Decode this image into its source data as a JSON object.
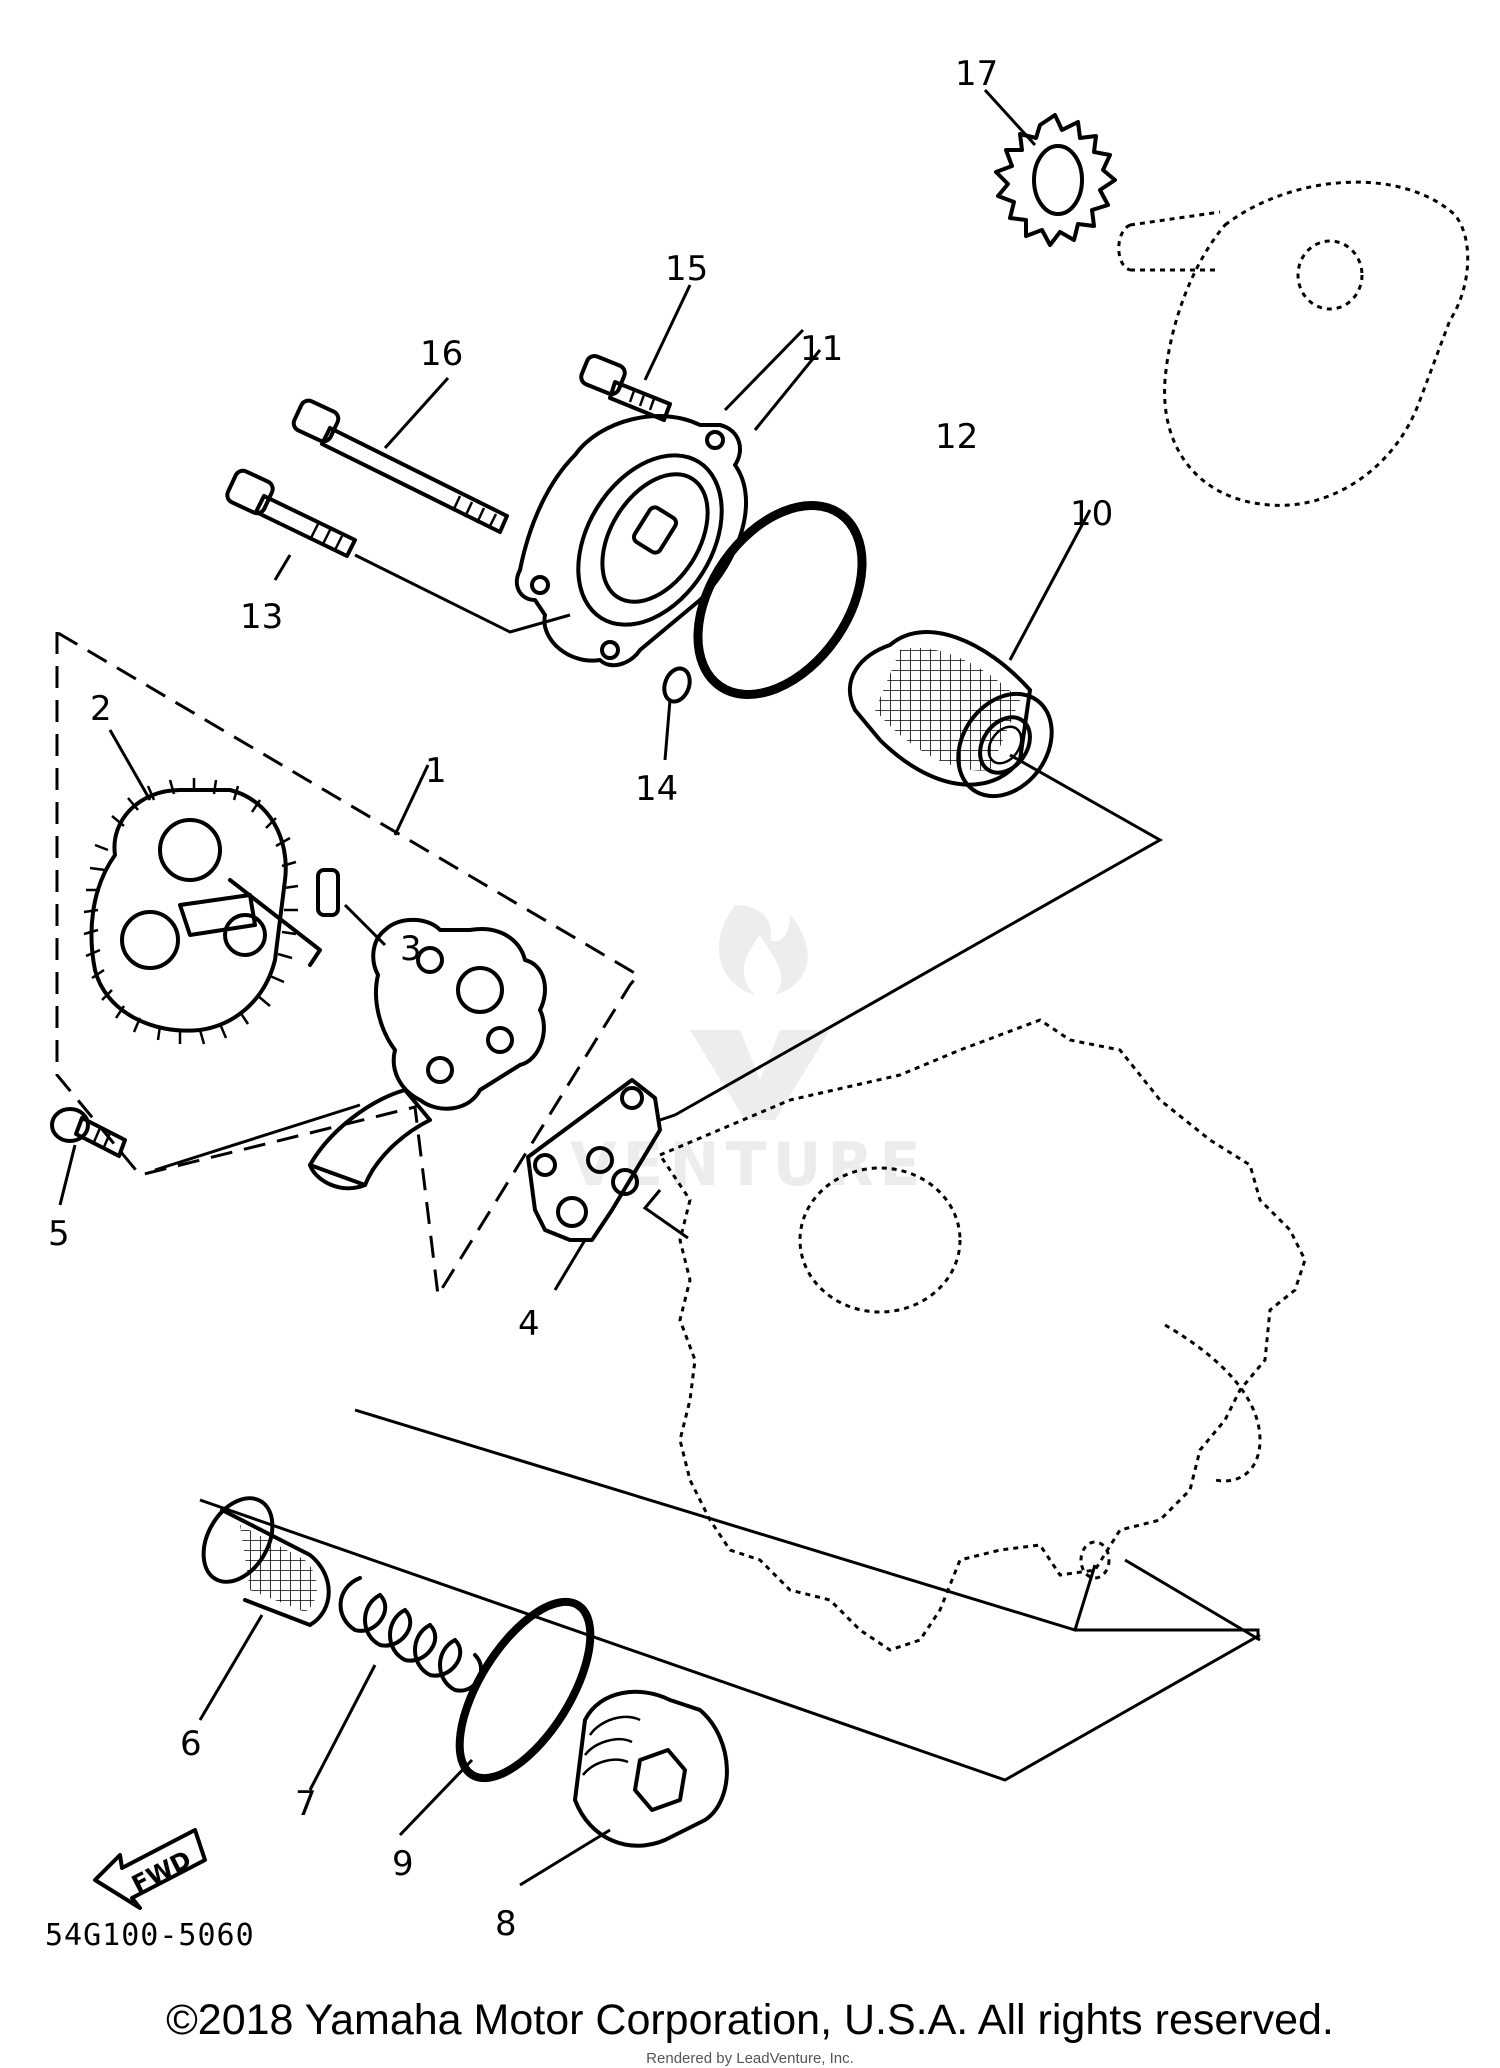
{
  "diagram": {
    "part_code": "54G100-5060",
    "fwd_label": "FWD",
    "watermark": "VENTURE",
    "labels": [
      "1",
      "2",
      "3",
      "4",
      "5",
      "6",
      "7",
      "8",
      "9",
      "10",
      "11",
      "12",
      "13",
      "14",
      "15",
      "16",
      "17"
    ]
  },
  "footer": {
    "copyright": "©2018 Yamaha Motor Corporation, U.S.A. All rights reserved.",
    "rendered_by": "Rendered by LeadVenture, Inc."
  }
}
